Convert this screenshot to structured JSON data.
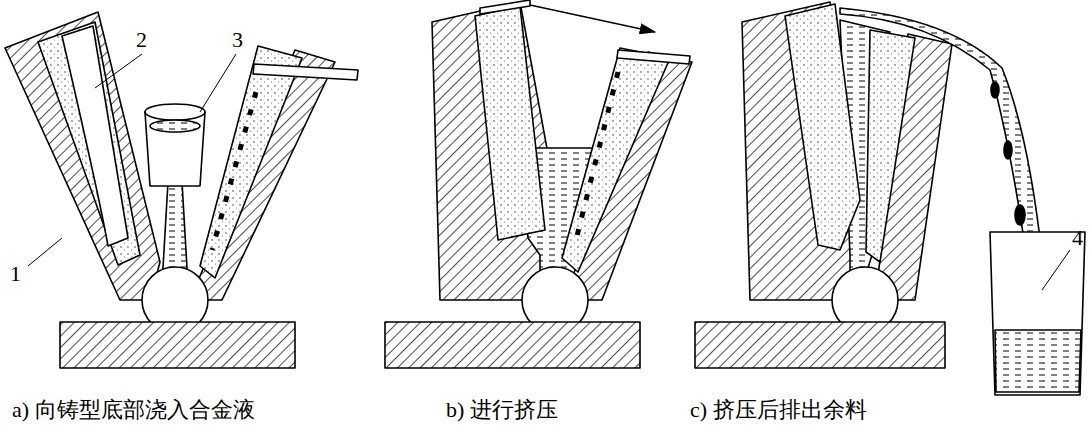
{
  "diagram": {
    "labels": [
      "2",
      "3",
      "1",
      "4",
      "a) 向铸型底部浇入合金液",
      "b) 进行挤压",
      "c) 挤压后排出余料"
    ]
  }
}
